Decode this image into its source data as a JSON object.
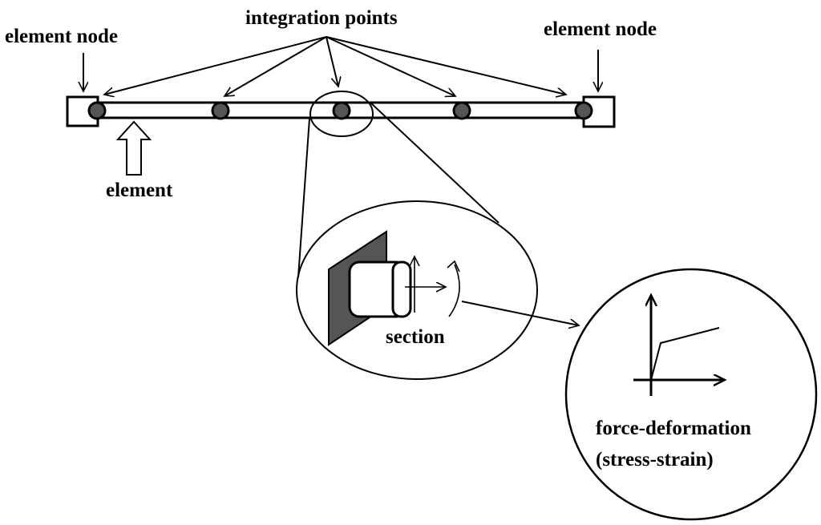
{
  "labels": {
    "element_node_left": "element node",
    "integration_points": "integration points",
    "element_node_right": "element node",
    "element": "element",
    "section": "section",
    "force_deformation": "force-deformation",
    "stress_strain": "(stress-strain)"
  },
  "colors": {
    "line": "#000000",
    "point_fill": "#555555",
    "section_plate": "#555555",
    "background": "#ffffff"
  }
}
